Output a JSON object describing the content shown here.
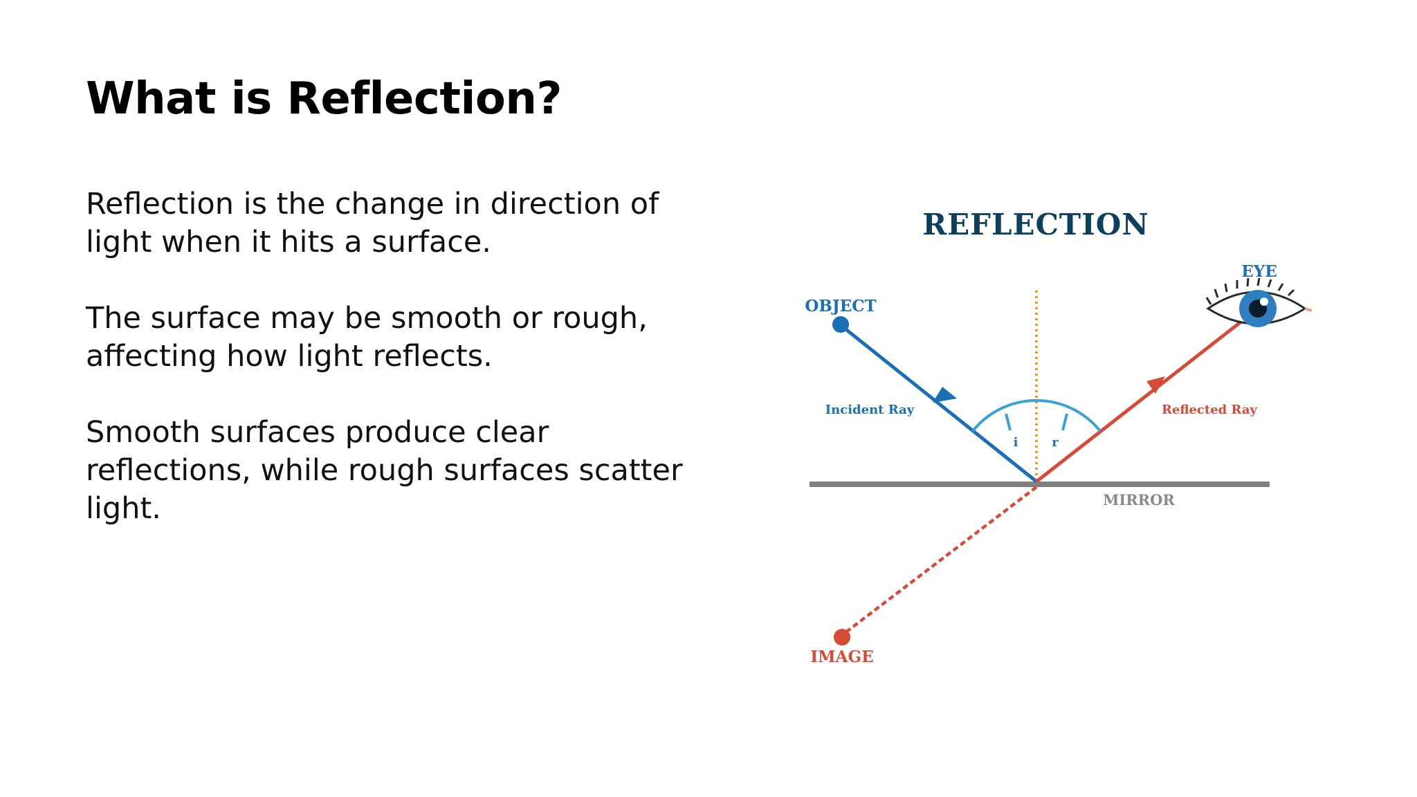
{
  "slide": {
    "title": "What is Reflection?",
    "paragraphs": [
      "Reflection is the change in direction of light when it hits a surface.",
      "The surface may be smooth or rough, affecting how light reflects.",
      "Smooth surfaces produce clear reflections, while rough surfaces scatter light."
    ]
  },
  "diagram": {
    "title": "REFLECTION",
    "labels": {
      "object": "OBJECT",
      "eye": "EYE",
      "incident_ray": "Incident Ray",
      "reflected_ray": "Reflected Ray",
      "angle_i": "i",
      "angle_r": "r",
      "mirror": "MIRROR",
      "image": "IMAGE"
    },
    "colors": {
      "title": "#0d3f5e",
      "incident": "#1a6fb5",
      "reflected": "#d84a38",
      "normal": "#e89a2c",
      "arc": "#3aa2d6",
      "mirror": "#808080",
      "eye_iris": "#2f7fc0"
    }
  }
}
